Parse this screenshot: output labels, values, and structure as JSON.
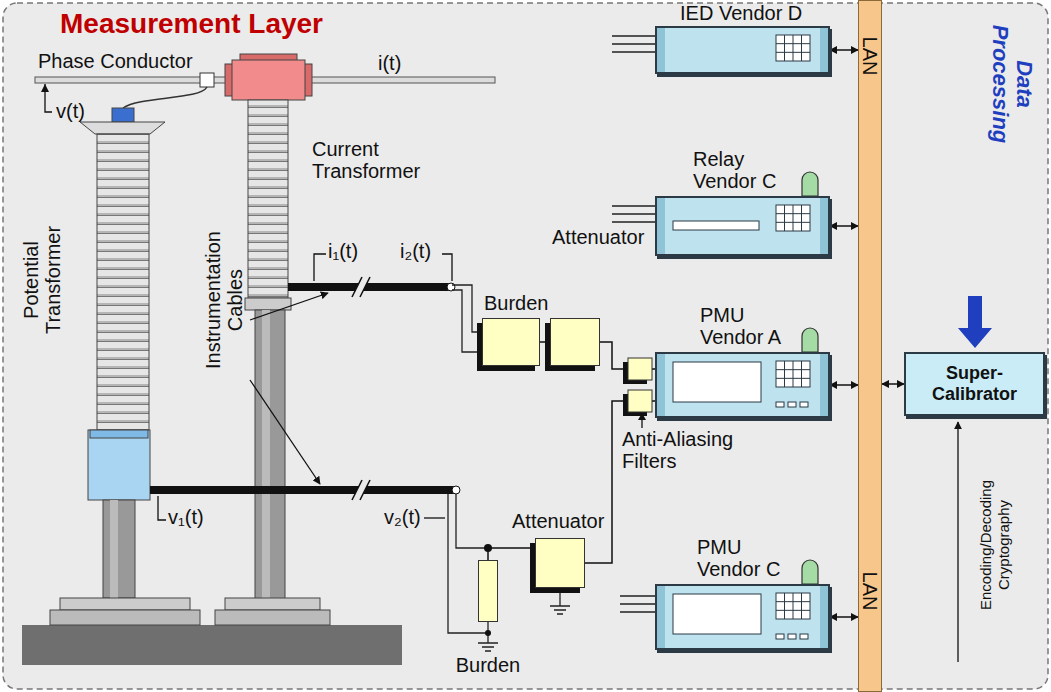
{
  "diagram": {
    "title": "Measurement Layer",
    "nodes": [
      {
        "text": [
          "LAN",
          "LAN"
        ]
      },
      {
        "text": [
          "IED Vendor D"
        ]
      },
      {
        "text": [
          "Relay Vendor C"
        ]
      },
      {
        "text": [
          "PMU Vendor A"
        ]
      },
      {
        "text": [
          "PMU Vendor C"
        ]
      },
      {
        "text": [
          "Super-Calibrator"
        ]
      },
      {
        "text": [
          "Burden"
        ]
      },
      {
        "text": [
          "Attenuator"
        ]
      },
      {
        "text": [
          "Attenuator"
        ]
      },
      {
        "text": [
          "Burden"
        ]
      }
    ],
    "edges": [
      {
        "from": 6,
        "to": 7,
        "arrow": "none"
      },
      {
        "from": 7,
        "to": 3,
        "arrow": "none"
      },
      {
        "from": 8,
        "to": 3,
        "arrow": "none"
      },
      {
        "from": 9,
        "to": 8,
        "arrow": "none"
      },
      {
        "from": 1,
        "to": 0,
        "arrow": "both"
      },
      {
        "from": 2,
        "to": 0,
        "arrow": "both"
      },
      {
        "from": 3,
        "to": 0,
        "arrow": "both"
      },
      {
        "from": 4,
        "to": 0,
        "arrow": "both"
      },
      {
        "from": 0,
        "to": 5,
        "arrow": "both"
      }
    ],
    "labels": [
      "Phase Conductor",
      "i(t)",
      "v(t)",
      "Current Transformer",
      "Potential Transformer",
      "Instrumentation Cables",
      "i₁(t)",
      "i₂(t)",
      "v₁(t)",
      "v₂(t)",
      "Anti-Aliasing Filters",
      "Data Processing",
      "Encoding/Decoding Cryptography"
    ]
  }
}
